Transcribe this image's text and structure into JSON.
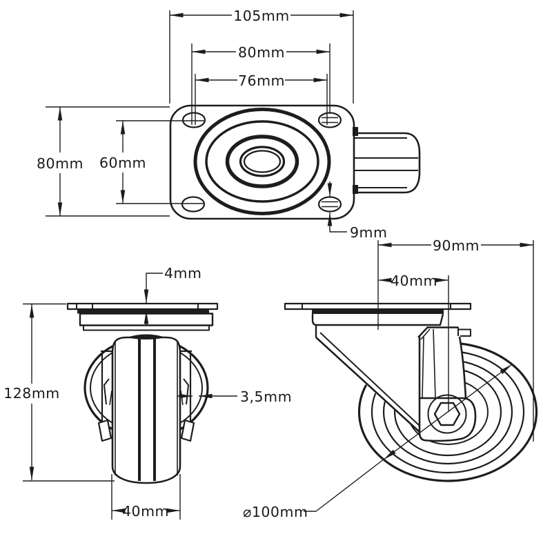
{
  "colors": {
    "background": "#ffffff",
    "ink": "#1d1d1b"
  },
  "views": {
    "top_view": {
      "dims": {
        "plate_length": "105mm",
        "hole_spacing_length": "80mm",
        "slot_spacing_length": "76mm",
        "plate_width": "80mm",
        "hole_spacing_width": "60mm",
        "slot_width": "9mm"
      }
    },
    "front_view": {
      "dims": {
        "plate_thickness": "4mm",
        "overall_height": "128mm",
        "side_clearance": "3,5mm",
        "wheel_width": "40mm"
      }
    },
    "side_view": {
      "dims": {
        "overall_length": "90mm",
        "swivel_offset": "40mm",
        "wheel_diameter": "⌀100mm"
      }
    }
  }
}
